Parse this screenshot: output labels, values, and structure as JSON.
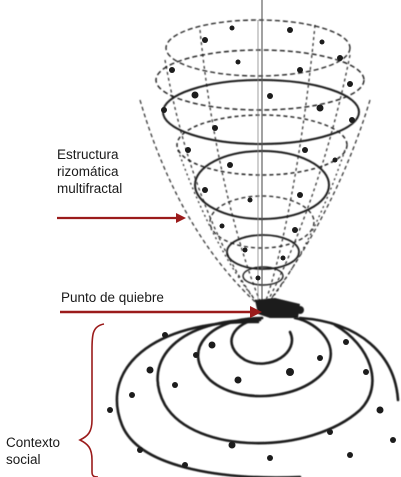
{
  "labels": {
    "structure_line1": "Estructura",
    "structure_line2": "rizomática",
    "structure_line3": "multifractal",
    "break_point": "Punto de quiebre",
    "context_line1": "Contexto",
    "context_line2": "social"
  },
  "colors": {
    "arrow": "#9b1b1b",
    "brace": "#9b1b1b",
    "ink": "#1f1f1f",
    "ink_light": "#6a6a6a",
    "background": "#ffffff"
  }
}
